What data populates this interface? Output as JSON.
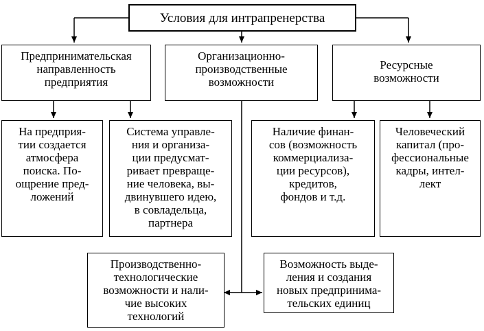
{
  "diagram": {
    "root": "Условия для интрапренерства",
    "level1": {
      "entrepreneurial": "Предпринимательская\nнаправленность\nпредприятия",
      "organizational": "Организационно-\nпроизводственные\nвозможности",
      "resource": "Ресурсные\nвозможности"
    },
    "level2": {
      "atmosphere": "На предприя-\nтии создается\nатмосфера\nпоиска. По-\nощрение пред-\nложений",
      "management": "Система управле-\nния и организа-\nции предусмат-\nривает превраще-\nние человека, вы-\nдвинувшего идею,\nв совладельца,\nпартнера",
      "finance": "Наличие финан-\nсов (возможность\nкоммерциализа-\nции ресурсов),\nкредитов,\nфондов и т.д.",
      "human_capital": "Человеческий\nкапитал (про-\nфессиональные\nкадры, интел-\nлект"
    },
    "level3": {
      "technology": "Производственно-\nтехнологические\nвозможности и нали-\nчие высоких\nтехнологий",
      "new_units": "Возможность выде-\nления и создания\nновых предпринима-\nтельских единиц"
    }
  }
}
